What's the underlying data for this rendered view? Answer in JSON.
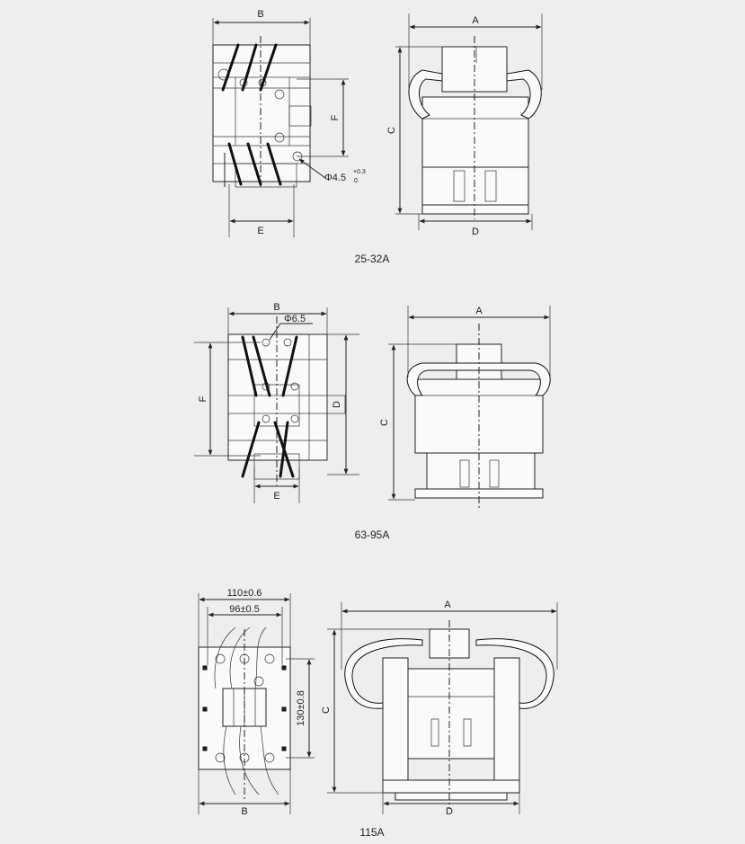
{
  "sections": [
    {
      "caption": "25-32A",
      "front_view": {
        "label_B": "B",
        "label_F": "F",
        "label_E": "E",
        "hole_label": "Φ4.5",
        "hole_tol_upper": "+0.3",
        "hole_tol_lower": "0"
      },
      "side_view": {
        "label_A": "A",
        "label_C": "C",
        "label_D": "D"
      }
    },
    {
      "caption": "63-95A",
      "front_view": {
        "label_B": "B",
        "label_F": "F",
        "label_E": "E",
        "label_D": "D",
        "hole_label": "Φ6.5"
      },
      "side_view": {
        "label_A": "A",
        "label_C": "C"
      }
    },
    {
      "caption": "115A",
      "front_view": {
        "width_total": "110±0.6",
        "width_holes": "96±0.5",
        "height_holes": "130±0.8",
        "label_B": "B"
      },
      "side_view": {
        "label_A": "A",
        "label_C": "C",
        "label_D": "D"
      }
    }
  ]
}
